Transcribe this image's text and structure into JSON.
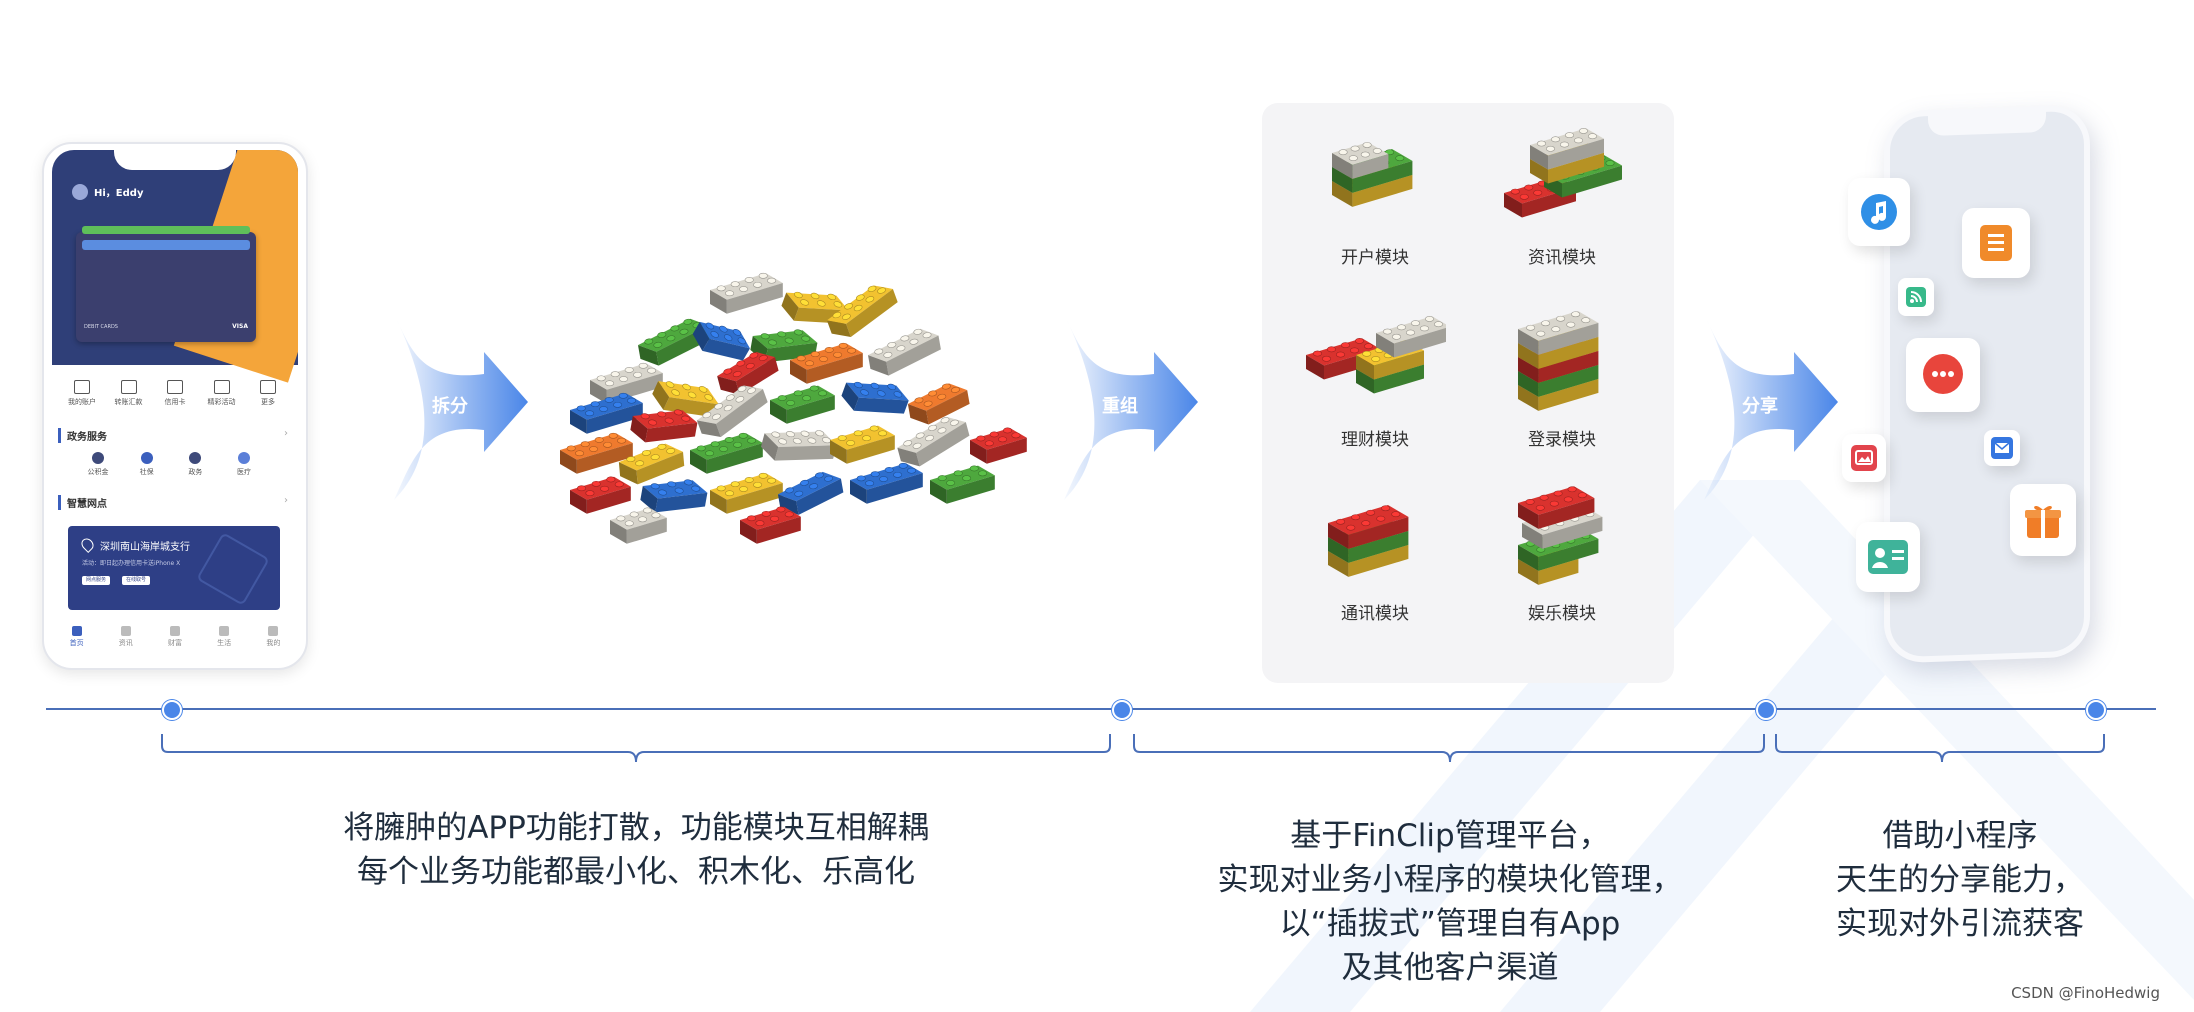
{
  "colors": {
    "accent_blue": "#4a86e8",
    "timeline_blue": "#4a6fb8",
    "panel_bg": "#f4f4f6",
    "lego_red": "#d9322e",
    "lego_green": "#4ea83e",
    "lego_blue": "#2e6fcf",
    "lego_yellow": "#f2c230",
    "lego_gray": "#d8d5cc",
    "lego_orange": "#ef7a2e"
  },
  "phone_app": {
    "greeting": "Hi，Eddy",
    "card_text": "DEBIT CARDS",
    "card_brand": "VISA",
    "quick_actions": [
      "我的账户",
      "转账汇款",
      "信用卡",
      "精彩活动",
      "更多"
    ],
    "section_gov": "政务服务",
    "gov_items": [
      "公积金",
      "社保",
      "政务",
      "医疗"
    ],
    "section_branch": "智慧网点",
    "branch_name": "深圳南山海岸城支行",
    "branch_sub": "活动：即日起办理信用卡送iPhone X",
    "branch_btn1": "网点服务",
    "branch_btn2": "在线取号",
    "tabs": [
      "首页",
      "资讯",
      "财富",
      "生活",
      "我的"
    ]
  },
  "arrows": {
    "split": "拆分",
    "regroup": "重组",
    "share": "分享"
  },
  "modules": [
    {
      "label": "开户模块",
      "icon": "lego-stack-icon"
    },
    {
      "label": "资讯模块",
      "icon": "lego-stack-icon"
    },
    {
      "label": "理财模块",
      "icon": "lego-stack-icon"
    },
    {
      "label": "登录模块",
      "icon": "lego-stack-icon"
    },
    {
      "label": "通讯模块",
      "icon": "lego-stack-icon"
    },
    {
      "label": "娱乐模块",
      "icon": "lego-stack-icon"
    }
  ],
  "share_apps": [
    "music-icon",
    "document-icon",
    "rss-icon",
    "chat-icon",
    "image-icon",
    "mail-icon",
    "gift-icon",
    "contact-card-icon"
  ],
  "captions": {
    "left": [
      "将臃肿的APP功能打散，功能模块互相解耦",
      "每个业务功能都最小化、积木化、乐高化"
    ],
    "middle": [
      "基于FinClip管理平台，",
      "实现对业务小程序的模块化管理，",
      "以“插拔式”管理自有App",
      "及其他客户渠道"
    ],
    "right": [
      "借助小程序",
      "天生的分享能力，",
      "实现对外引流获客"
    ]
  },
  "watermark": "CSDN @FinoHedwig"
}
